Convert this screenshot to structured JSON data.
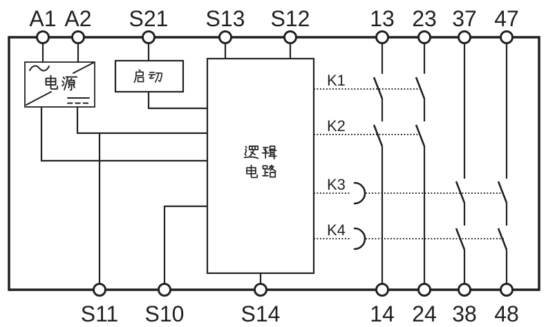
{
  "terminals": {
    "top": [
      "A1",
      "A2",
      "S21",
      "S13",
      "S12",
      "13",
      "23",
      "37",
      "47"
    ],
    "bottom": [
      "S11",
      "S10",
      "S14",
      "14",
      "24",
      "38",
      "48"
    ]
  },
  "blocks": {
    "power": {
      "label": "电源",
      "ac_symbol": "~",
      "dc_symbol": "⎓"
    },
    "start": {
      "label": "启动"
    },
    "logic": {
      "label": "逻辑电路",
      "label_line1": "逻辑",
      "label_line2": "电路"
    }
  },
  "relays": [
    {
      "label": "K1",
      "delay_arc": false
    },
    {
      "label": "K2",
      "delay_arc": false
    },
    {
      "label": "K3",
      "delay_arc": true
    },
    {
      "label": "K4",
      "delay_arc": true
    }
  ],
  "colors": {
    "line": "#231f20",
    "background": "#ffffff"
  }
}
